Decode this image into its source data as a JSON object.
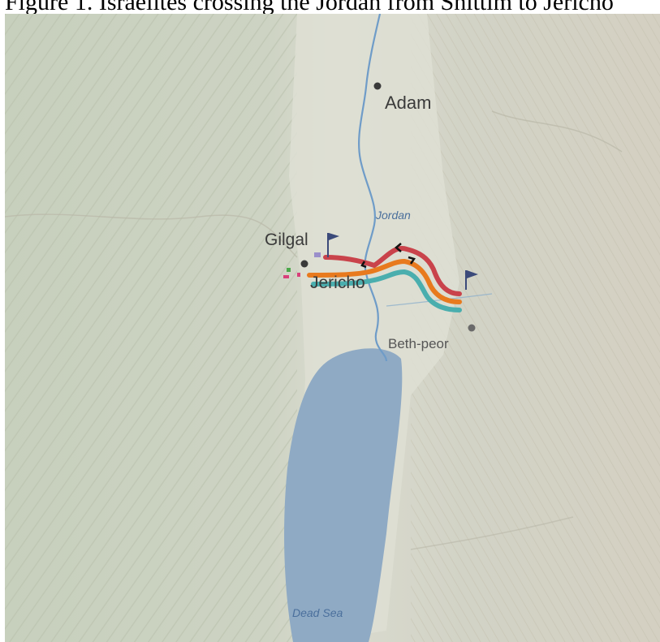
{
  "caption": {
    "text": "Figure 1. Israelites crossing the Jordan from Shittim to Jericho"
  },
  "map": {
    "places": {
      "adam": "Adam",
      "gilgal": "Gilgal",
      "jericho": "Jericho",
      "beth_peor": "Beth-peor"
    },
    "water": {
      "jordan": "Jordan",
      "dead_sea": "Dead Sea"
    },
    "colors": {
      "land": "#cfd6c6",
      "valley": "#dcdcd0",
      "water": "#8faac4",
      "river": "#6f9cc8",
      "route_red": "#c9434b",
      "route_orange": "#e87a1e",
      "route_teal": "#4aaeae",
      "flag": "#3b4a7a",
      "label": "#3a3a3a",
      "water_label": "#4a6f9c"
    }
  }
}
